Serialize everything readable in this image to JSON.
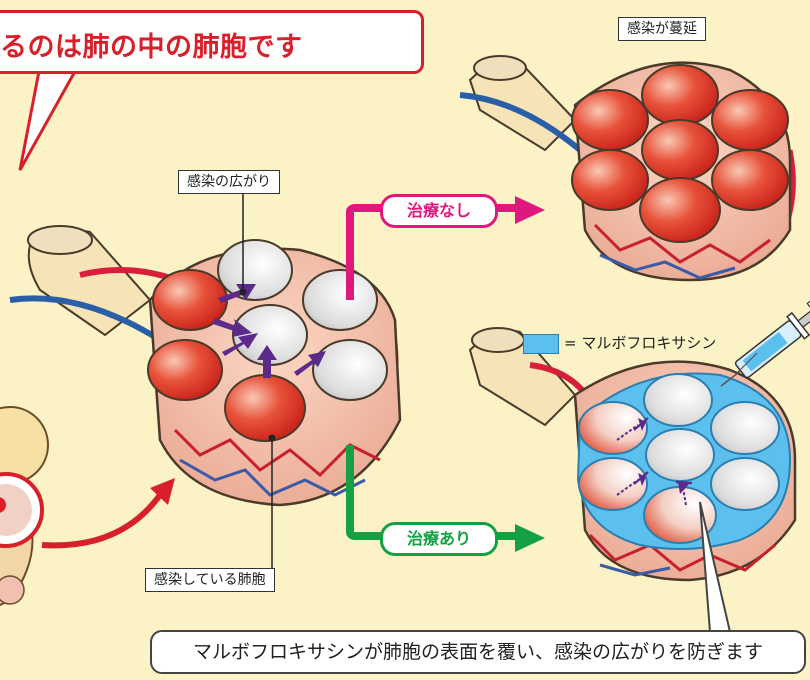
{
  "title": "るのは肺の中の肺胞です",
  "labels": {
    "spread": "感染の広がり",
    "infected_alveolus": "感染している肺胞",
    "widespread": "感染が蔓延"
  },
  "branches": {
    "no_treatment": "治療なし",
    "with_treatment": "治療あり"
  },
  "legend": {
    "text": "= マルボフロキサシン",
    "color": "#5cc0ee"
  },
  "caption": "マルボフロキサシンが肺胞の表面を覆い、感染の広がりを防ぎます",
  "colors": {
    "background": "#fbf3c6",
    "alert_red": "#d8202a",
    "pink_branch": "#e0187e",
    "green_branch": "#14a043",
    "arrow_purple": "#5b2a8a"
  }
}
